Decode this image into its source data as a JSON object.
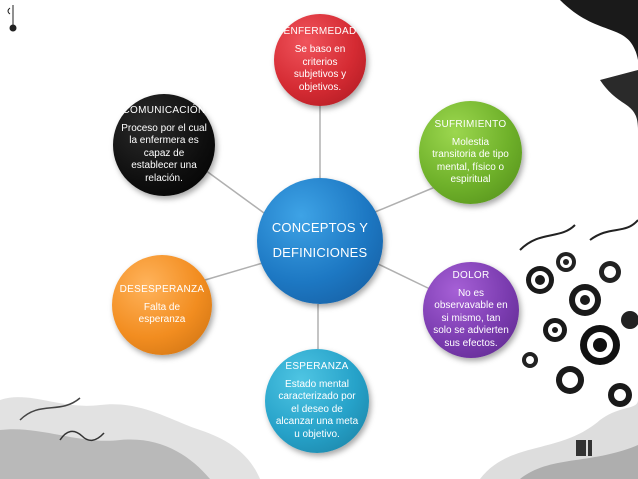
{
  "center": {
    "line1": "CONCEPTOS Y",
    "line2": "DEFINICIONES"
  },
  "nodes": [
    {
      "id": "enfermedad",
      "title": "ENFERMEDAD",
      "description": "Se baso en criterios subjetivos y objetivos.",
      "color": "#d52b33"
    },
    {
      "id": "sufrimiento",
      "title": "SUFRIMIENTO",
      "description": "Molestia transitoria de tipo mental, físico o espiritual",
      "color": "#6fb12a"
    },
    {
      "id": "dolor",
      "title": "DOLOR",
      "description": "No es observavable en si mismo, tan solo se advierten sus efectos.",
      "color": "#7b3cb0"
    },
    {
      "id": "esperanza",
      "title": "ESPERANZA",
      "description": "Estado mental caracterizado por el deseo de alcanzar una meta u objetivo.",
      "color": "#26a2c9"
    },
    {
      "id": "desesperanza",
      "title": "DESESPERANZA",
      "description": "Falta de esperanza",
      "color": "#f28d20"
    },
    {
      "id": "comunicacion",
      "title": "COMUNICACIÓN",
      "description": "Proceso por el cual la enfermera es capaz de establecer una relación.",
      "color": "#000000"
    }
  ],
  "colors": {
    "center": "#1d78c3",
    "connector": "#b0b0b0"
  }
}
